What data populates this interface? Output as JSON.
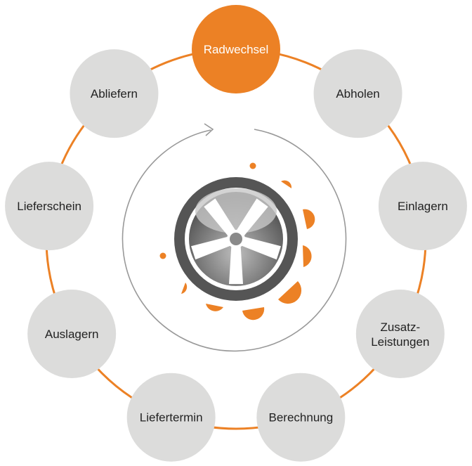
{
  "colors": {
    "accent": "#ec8125",
    "node": "#dcdcdb",
    "arrow": "#999999",
    "tire": "#555555"
  },
  "center_icon": "wheel-icon",
  "steps": [
    {
      "label": "Radwechsel",
      "active": true
    },
    {
      "label": "Abholen"
    },
    {
      "label": "Einlagern"
    },
    {
      "label": "Zusatz-",
      "label2": "Leistungen"
    },
    {
      "label": "Berechnung"
    },
    {
      "label": "Liefertermin"
    },
    {
      "label": "Auslagern"
    },
    {
      "label": "Lieferschein"
    },
    {
      "label": "Abliefern"
    }
  ]
}
